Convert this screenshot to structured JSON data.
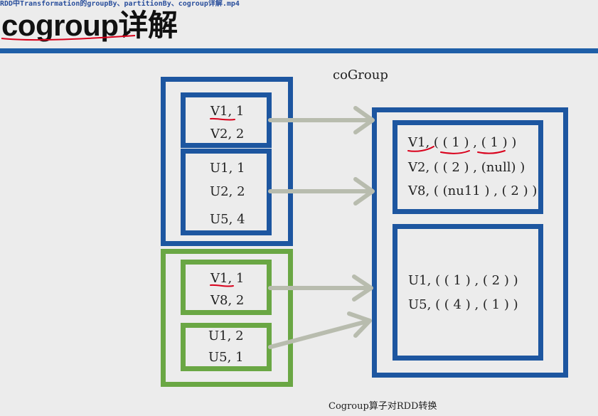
{
  "video_caption": "RDD中Transformation的groupBy、partitionBy、cogroup详解.mp4",
  "slide_title": "cogroup详解",
  "diagram": {
    "title": "coGroup",
    "rdd1": {
      "partition1": [
        "V1, 1",
        "V2, 2"
      ],
      "partition2": [
        "U1, 1",
        "U2, 2",
        "U5, 4"
      ]
    },
    "rdd2": {
      "partition1": [
        "V1, 1",
        "V8, 2"
      ],
      "partition2": [
        "U1, 2",
        "U5, 1"
      ]
    },
    "result": {
      "partition1": [
        "V1, ( ( 1 ) , ( 1 ) )",
        "V2, ( ( 2 ) , (null) )",
        "V8, ( (nu11 ) , ( 2 ) )"
      ],
      "partition2": [
        "U1, ( ( 1 ) , ( 2 ) )",
        "U5, ( ( 4 ) , ( 1 ) )"
      ]
    }
  },
  "caption": "Cogroup算子对RDD转换",
  "colors": {
    "rdd1": "#1d56a0",
    "rdd2": "#6aa744",
    "result": "#1d56a0",
    "annotation": "#d9001b",
    "topbar": "#1f5fa8"
  }
}
